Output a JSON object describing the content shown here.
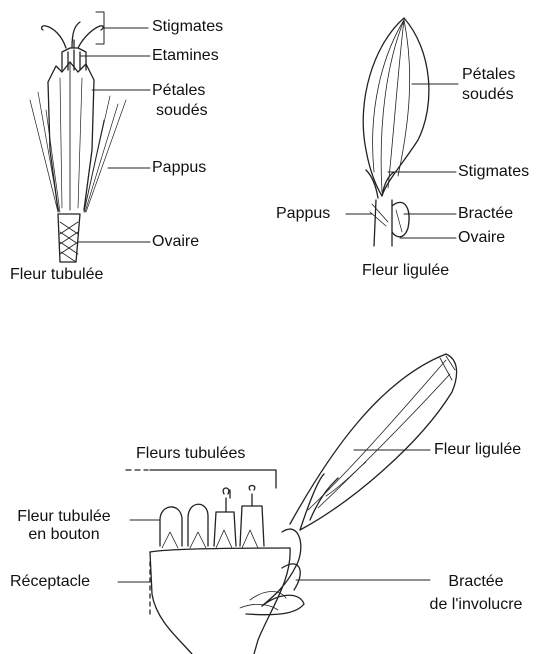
{
  "tubular": {
    "stigmates": "Stigmates",
    "etamines": "Etamines",
    "petales_1": "Pétales",
    "petales_2": "soudés",
    "pappus": "Pappus",
    "ovaire": "Ovaire",
    "title": "Fleur tubulée"
  },
  "ligulate": {
    "petales_1": "Pétales",
    "petales_2": "soudés",
    "stigmates": "Stigmates",
    "pappus": "Pappus",
    "bractee": "Bractée",
    "ovaire": "Ovaire",
    "title": "Fleur ligulée"
  },
  "head": {
    "fleurs_tubulees": "Fleurs tubulées",
    "fleur_ligulee": "Fleur ligulée",
    "bouton_1": "Fleur tubulée",
    "bouton_2": "en bouton",
    "receptacle": "Réceptacle",
    "bractee_1": "Bractée",
    "bractee_2": "de l'involucre"
  }
}
